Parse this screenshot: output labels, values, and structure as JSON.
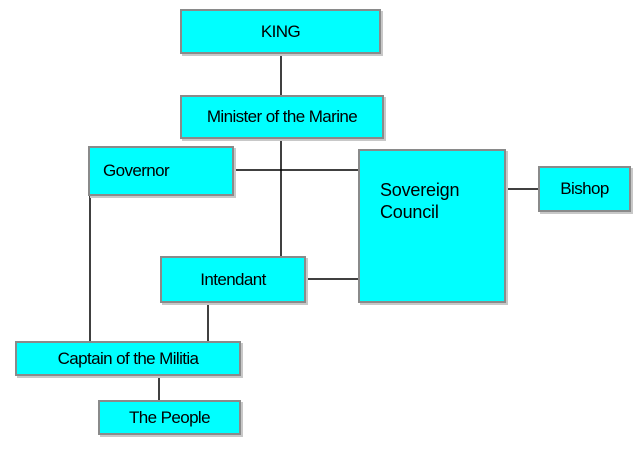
{
  "nodes": {
    "king": "KING",
    "minister": "Minister of the Marine",
    "governor": "Governor",
    "council_line1": "Sovereign",
    "council_line2": "Council",
    "bishop": "Bishop",
    "intendant": "Intendant",
    "captain": "Captain of the Militia",
    "people": "The People"
  },
  "colors": {
    "node_fill": "#00ffff",
    "node_border": "#8a8a8a",
    "connector": "#000000"
  }
}
